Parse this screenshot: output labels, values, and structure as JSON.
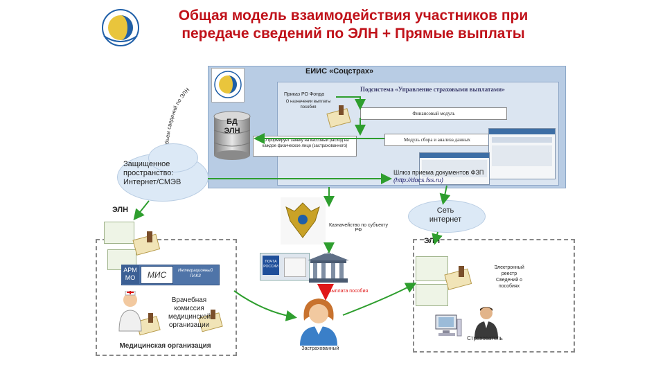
{
  "title": {
    "line1": "Общая модель взаимодействия участников при",
    "line2": "передаче сведений по ЭЛН + Прямые выплаты"
  },
  "eiis": {
    "label": "ЕИИС «Соцстрах»",
    "curved_label": "Объем сведений по ЭЛН",
    "order_label": "Приказ РО Фонда",
    "order_sub": "О назначении выплаты пособия",
    "subsystem_label": "Подсистема «Управление страховыми выплатами»",
    "finance_module": "Финансовый модуль",
    "analysis_module": "Модуль сбора и анализа данных",
    "db_label_1": "БД",
    "db_label_2": "ЭЛН",
    "ro_forms": "РО формирует заявку на кассовый расход на каждое физическое лицо (застрахованного)",
    "gateway": "Шлюз приема документов ФЗП",
    "gateway_url": "(http://docs.fss.ru)"
  },
  "cloud_protected": {
    "line1": "Защищенное",
    "line2": "пространство:",
    "line3": "Интернет/СМЭВ"
  },
  "cloud_internet": {
    "line1": "Сеть",
    "line2": "интернет"
  },
  "eln_left": "ЭЛН",
  "eln_right": "ЭЛН",
  "treasury": "Казначейство по субъекту РФ",
  "bank_label": "ЭЛН",
  "payout": "Выплата пособия",
  "insured": "Застрахованный",
  "medical": {
    "arm_line1": "АРМ",
    "arm_line2": "МО",
    "mis": "МИС",
    "integration_line1": "Интеграционный",
    "integration_line2": "ПАКЗ",
    "commission_line1": "Врачебная",
    "commission_line2": "комиссия",
    "commission_line3": "медицинской",
    "commission_line4": "организации",
    "org_label": "Медицинская организация"
  },
  "employer": {
    "registry_line1": "Электронный",
    "registry_line2": "реестр",
    "registry_line3": "Сведений о",
    "registry_line4": "пособиях",
    "label": "Страхователь"
  },
  "post_label_1": "ПОЧТА",
  "post_label_2": "РОССИИ",
  "colors": {
    "title": "#c0121a",
    "arrow_green": "#2e9e2e",
    "arrow_red": "#e01818",
    "panel_blue": "#b8cce4"
  }
}
